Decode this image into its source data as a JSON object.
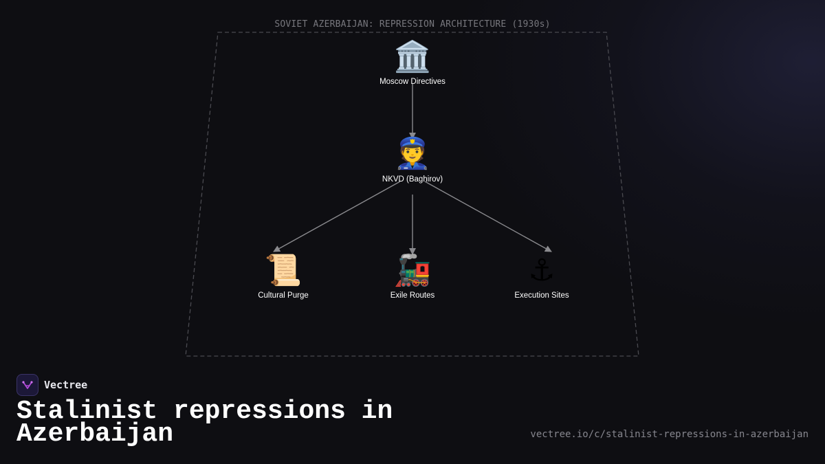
{
  "diagram": {
    "frame_title": "SOVIET AZERBAIJAN: REPRESSION ARCHITECTURE (1930s)",
    "nodes": [
      {
        "id": "moscow",
        "icon": "classical-building-icon",
        "glyph": "🏛️",
        "label": "Moscow Directives"
      },
      {
        "id": "nkvd",
        "icon": "police-officer-icon",
        "glyph": "👮",
        "label": "NKVD (Baghirov)"
      },
      {
        "id": "purge",
        "icon": "scroll-icon",
        "glyph": "📜",
        "label": "Cultural Purge"
      },
      {
        "id": "exile",
        "icon": "locomotive-icon",
        "glyph": "🚂",
        "label": "Exile Routes"
      },
      {
        "id": "execution",
        "icon": "anchor-icon",
        "glyph": "⚓",
        "label": "Execution Sites"
      }
    ],
    "edges": [
      {
        "from": "moscow",
        "to": "nkvd"
      },
      {
        "from": "nkvd",
        "to": "purge"
      },
      {
        "from": "nkvd",
        "to": "exile"
      },
      {
        "from": "nkvd",
        "to": "execution"
      }
    ]
  },
  "branding": {
    "name": "Vectree",
    "logo_icon": "vectree-logo-icon",
    "title": "Stalinist repressions in Azerbaijan",
    "url": "vectree.io/c/stalinist-repressions-in-azerbaijan"
  },
  "colors": {
    "background": "#0e0e12",
    "frame": "#4a4a50",
    "edge": "#8a8a8e",
    "label": "#ffffff",
    "title_muted": "#77777d",
    "logo_accent": "#b04ad8"
  }
}
